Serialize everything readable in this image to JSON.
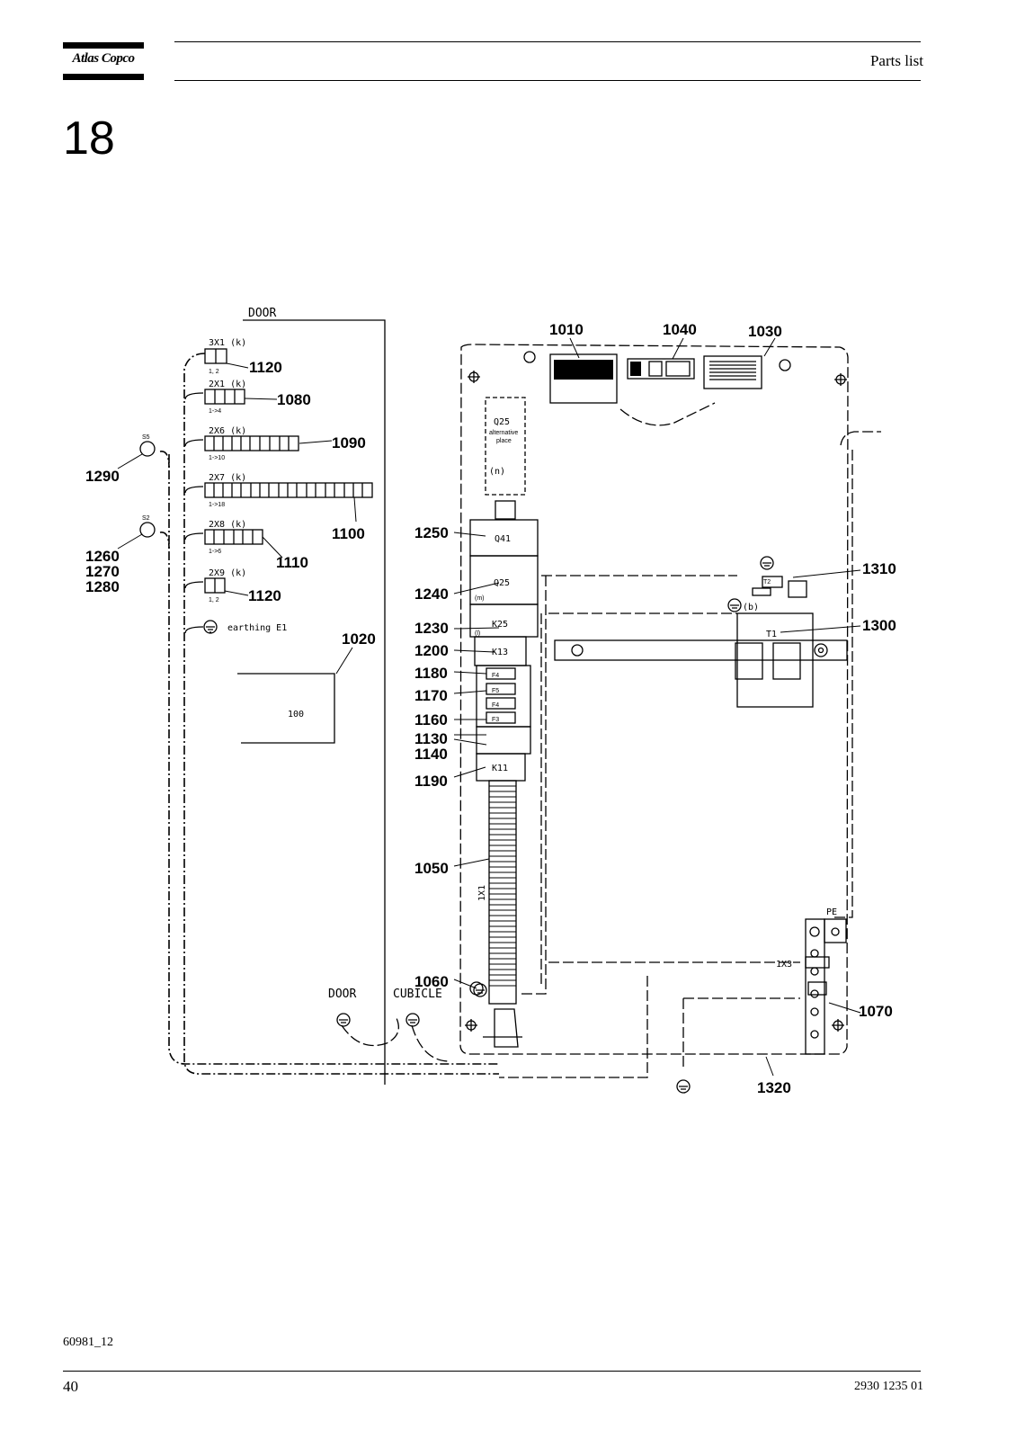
{
  "header": {
    "brand": "Atlas Copco",
    "title": "Parts list"
  },
  "section_number": "18",
  "footer": {
    "figure_ref": "60981_12",
    "page_number": "40",
    "document_number": "2930 1235 01"
  },
  "drawing": {
    "labels": {
      "door": "DOOR",
      "door_lower": "DOOR",
      "cubicle": "CUBICLE",
      "x3x1": "3X1 (k)",
      "x3x1_range": "1, 2",
      "x2x1": "2X1 (k)",
      "x2x1_range": "1->4",
      "x2x6": "2X6 (k)",
      "x2x6_range": "1->10",
      "x2x7": "2X7 (k)",
      "x2x7_range": "1->18",
      "x2x8": "2X8 (k)",
      "x2x8_range": "1->6",
      "x2x9": "2X9 (k)",
      "x2x9_range": "1, 2",
      "earthing": "earthing E1",
      "s5": "S5",
      "s2": "S2",
      "box_value": "100",
      "q25_alt": "Q25",
      "alt_place_1": "alternative",
      "alt_place_2": "place",
      "n": "(n)",
      "q41": "Q41",
      "q25": "Q25",
      "m": "(m)",
      "k25": "K25",
      "l": "(l)",
      "k13": "K13",
      "k11": "K11",
      "f4a": "F4",
      "f5": "F5",
      "f4b": "F4",
      "f3": "F3",
      "x1": "1X1",
      "t2": "T2",
      "b": "(b)",
      "t1": "T1",
      "pe": "PE",
      "x3": "1X3"
    },
    "callouts": {
      "c1010": "1010",
      "c1040": "1040",
      "c1030": "1030",
      "c1120a": "1120",
      "c1080": "1080",
      "c1090": "1090",
      "c1290": "1290",
      "c1100": "1100",
      "c1260": "1260",
      "c1270": "1270",
      "c1280": "1280",
      "c1110": "1110",
      "c1120b": "1120",
      "c1020": "1020",
      "c1250": "1250",
      "c1240": "1240",
      "c1230": "1230",
      "c1200": "1200",
      "c1180": "1180",
      "c1170": "1170",
      "c1160": "1160",
      "c1130": "1130",
      "c1140": "1140",
      "c1190": "1190",
      "c1050": "1050",
      "c1060": "1060",
      "c1310": "1310",
      "c1300": "1300",
      "c1070": "1070",
      "c1320": "1320"
    }
  }
}
